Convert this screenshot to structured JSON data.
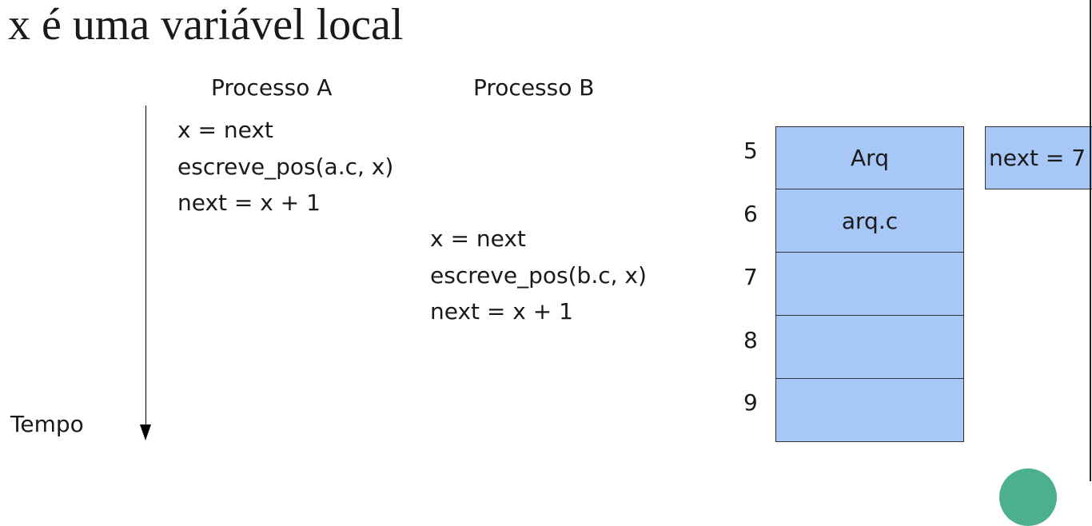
{
  "title": "x é uma variável local",
  "process_a": {
    "header": "Processo  A",
    "lines": [
      "x = next",
      "escreve_pos(a.c, x)",
      "next = x + 1"
    ]
  },
  "process_b": {
    "header": "Processo  B",
    "lines": [
      "x = next",
      "escreve_pos(b.c, x)",
      "next = x + 1"
    ]
  },
  "time_label": "Tempo",
  "memory": {
    "slots": [
      {
        "index": "5",
        "content": "Arq"
      },
      {
        "index": "6",
        "content": "arq.c"
      },
      {
        "index": "7",
        "content": ""
      },
      {
        "index": "8",
        "content": ""
      },
      {
        "index": "9",
        "content": ""
      }
    ],
    "next_label": "next = 7",
    "cell_color": "#a7c7f7"
  }
}
